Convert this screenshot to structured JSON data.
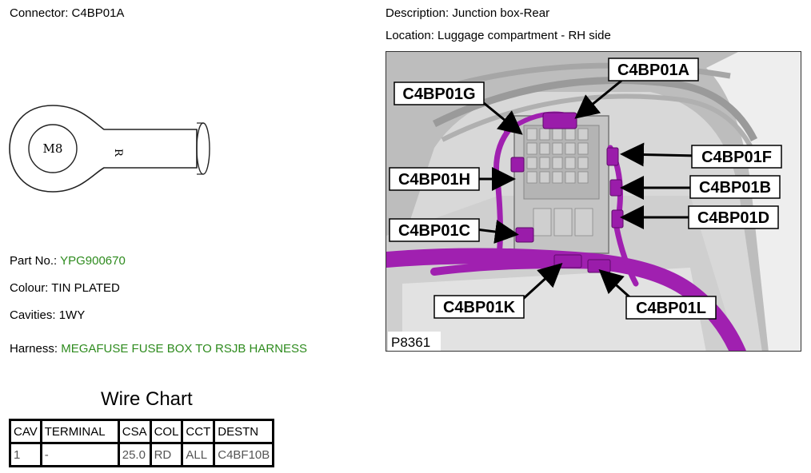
{
  "connector": {
    "label": "Connector: ",
    "value": "C4BP01A"
  },
  "description": {
    "label": "Description: ",
    "value": "Junction box-Rear"
  },
  "location": {
    "label": "Location: ",
    "value": "Luggage compartment - RH side"
  },
  "terminal": {
    "size_label": "M8"
  },
  "part_no": {
    "label": "Part No.: ",
    "value": "YPG900670"
  },
  "colour": {
    "label": "Colour: ",
    "value": "TIN PLATED"
  },
  "cavities": {
    "label": "Cavities: ",
    "value": "1WY"
  },
  "harness": {
    "label": "Harness: ",
    "value": "MEGAFUSE FUSE BOX TO RSJB HARNESS"
  },
  "wire_chart": {
    "title": "Wire Chart",
    "headers": [
      "CAV",
      "TERMINAL",
      "CSA",
      "COL",
      "CCT",
      "DESTN"
    ],
    "rows": [
      [
        "1",
        "-",
        "25.0",
        "RD",
        "ALL",
        "C4BF10B"
      ]
    ]
  },
  "photo": {
    "ref": "P8361",
    "callouts": [
      "C4BP01A",
      "C4BP01G",
      "C4BP01F",
      "C4BP01H",
      "C4BP01B",
      "C4BP01D",
      "C4BP01C",
      "C4BP01K",
      "C4BP01L"
    ]
  },
  "colors": {
    "green_text": "#2e8b1e",
    "harness_purple": "#a020b0"
  }
}
